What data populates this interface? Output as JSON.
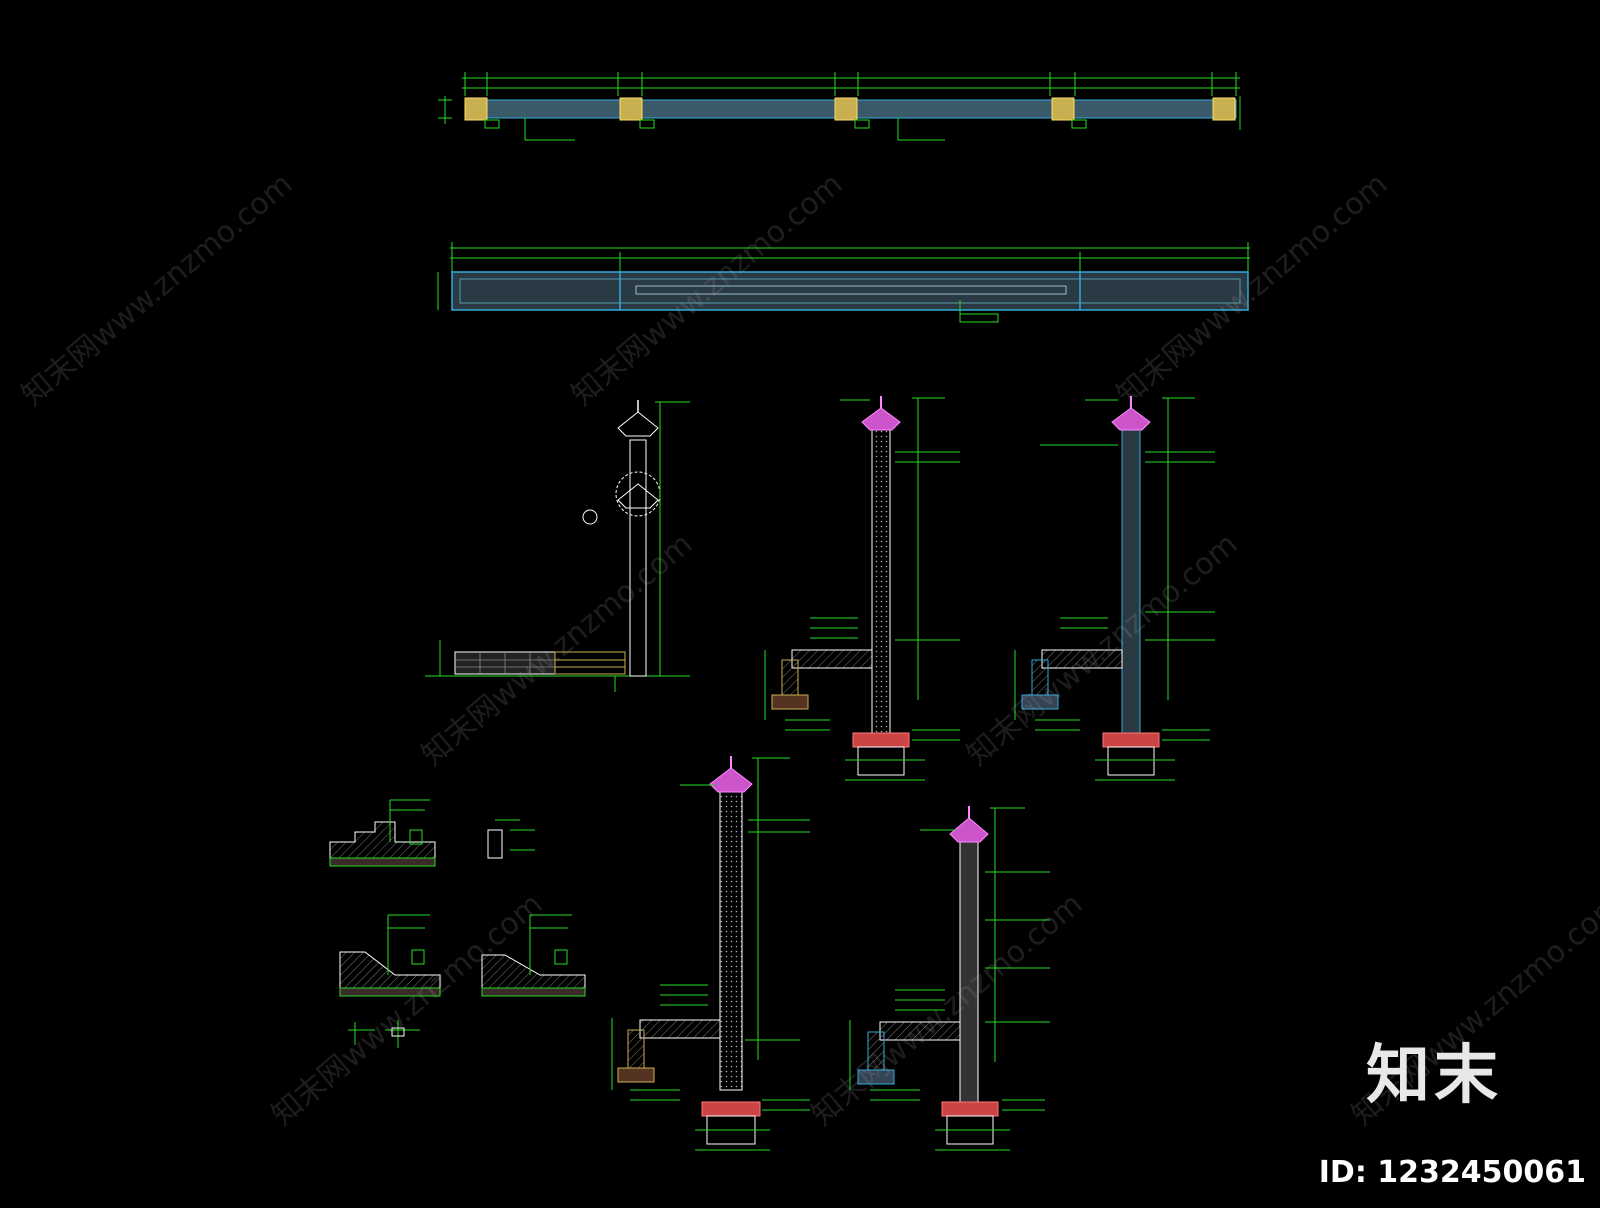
{
  "watermark": {
    "text": "知末网www.znzmo.com",
    "brand": "知末",
    "id_label": "ID: 1232450061"
  },
  "colors": {
    "background": "#000000",
    "dim_line": "#22dd22",
    "wall_fill": "#3a5a6a",
    "wall_edge": "#33aadd",
    "pier_fill": "#c8b050",
    "outline": "#ffffff",
    "concrete": "#cc4444",
    "cap": "#cc55cc",
    "hatch": "#888888"
  }
}
